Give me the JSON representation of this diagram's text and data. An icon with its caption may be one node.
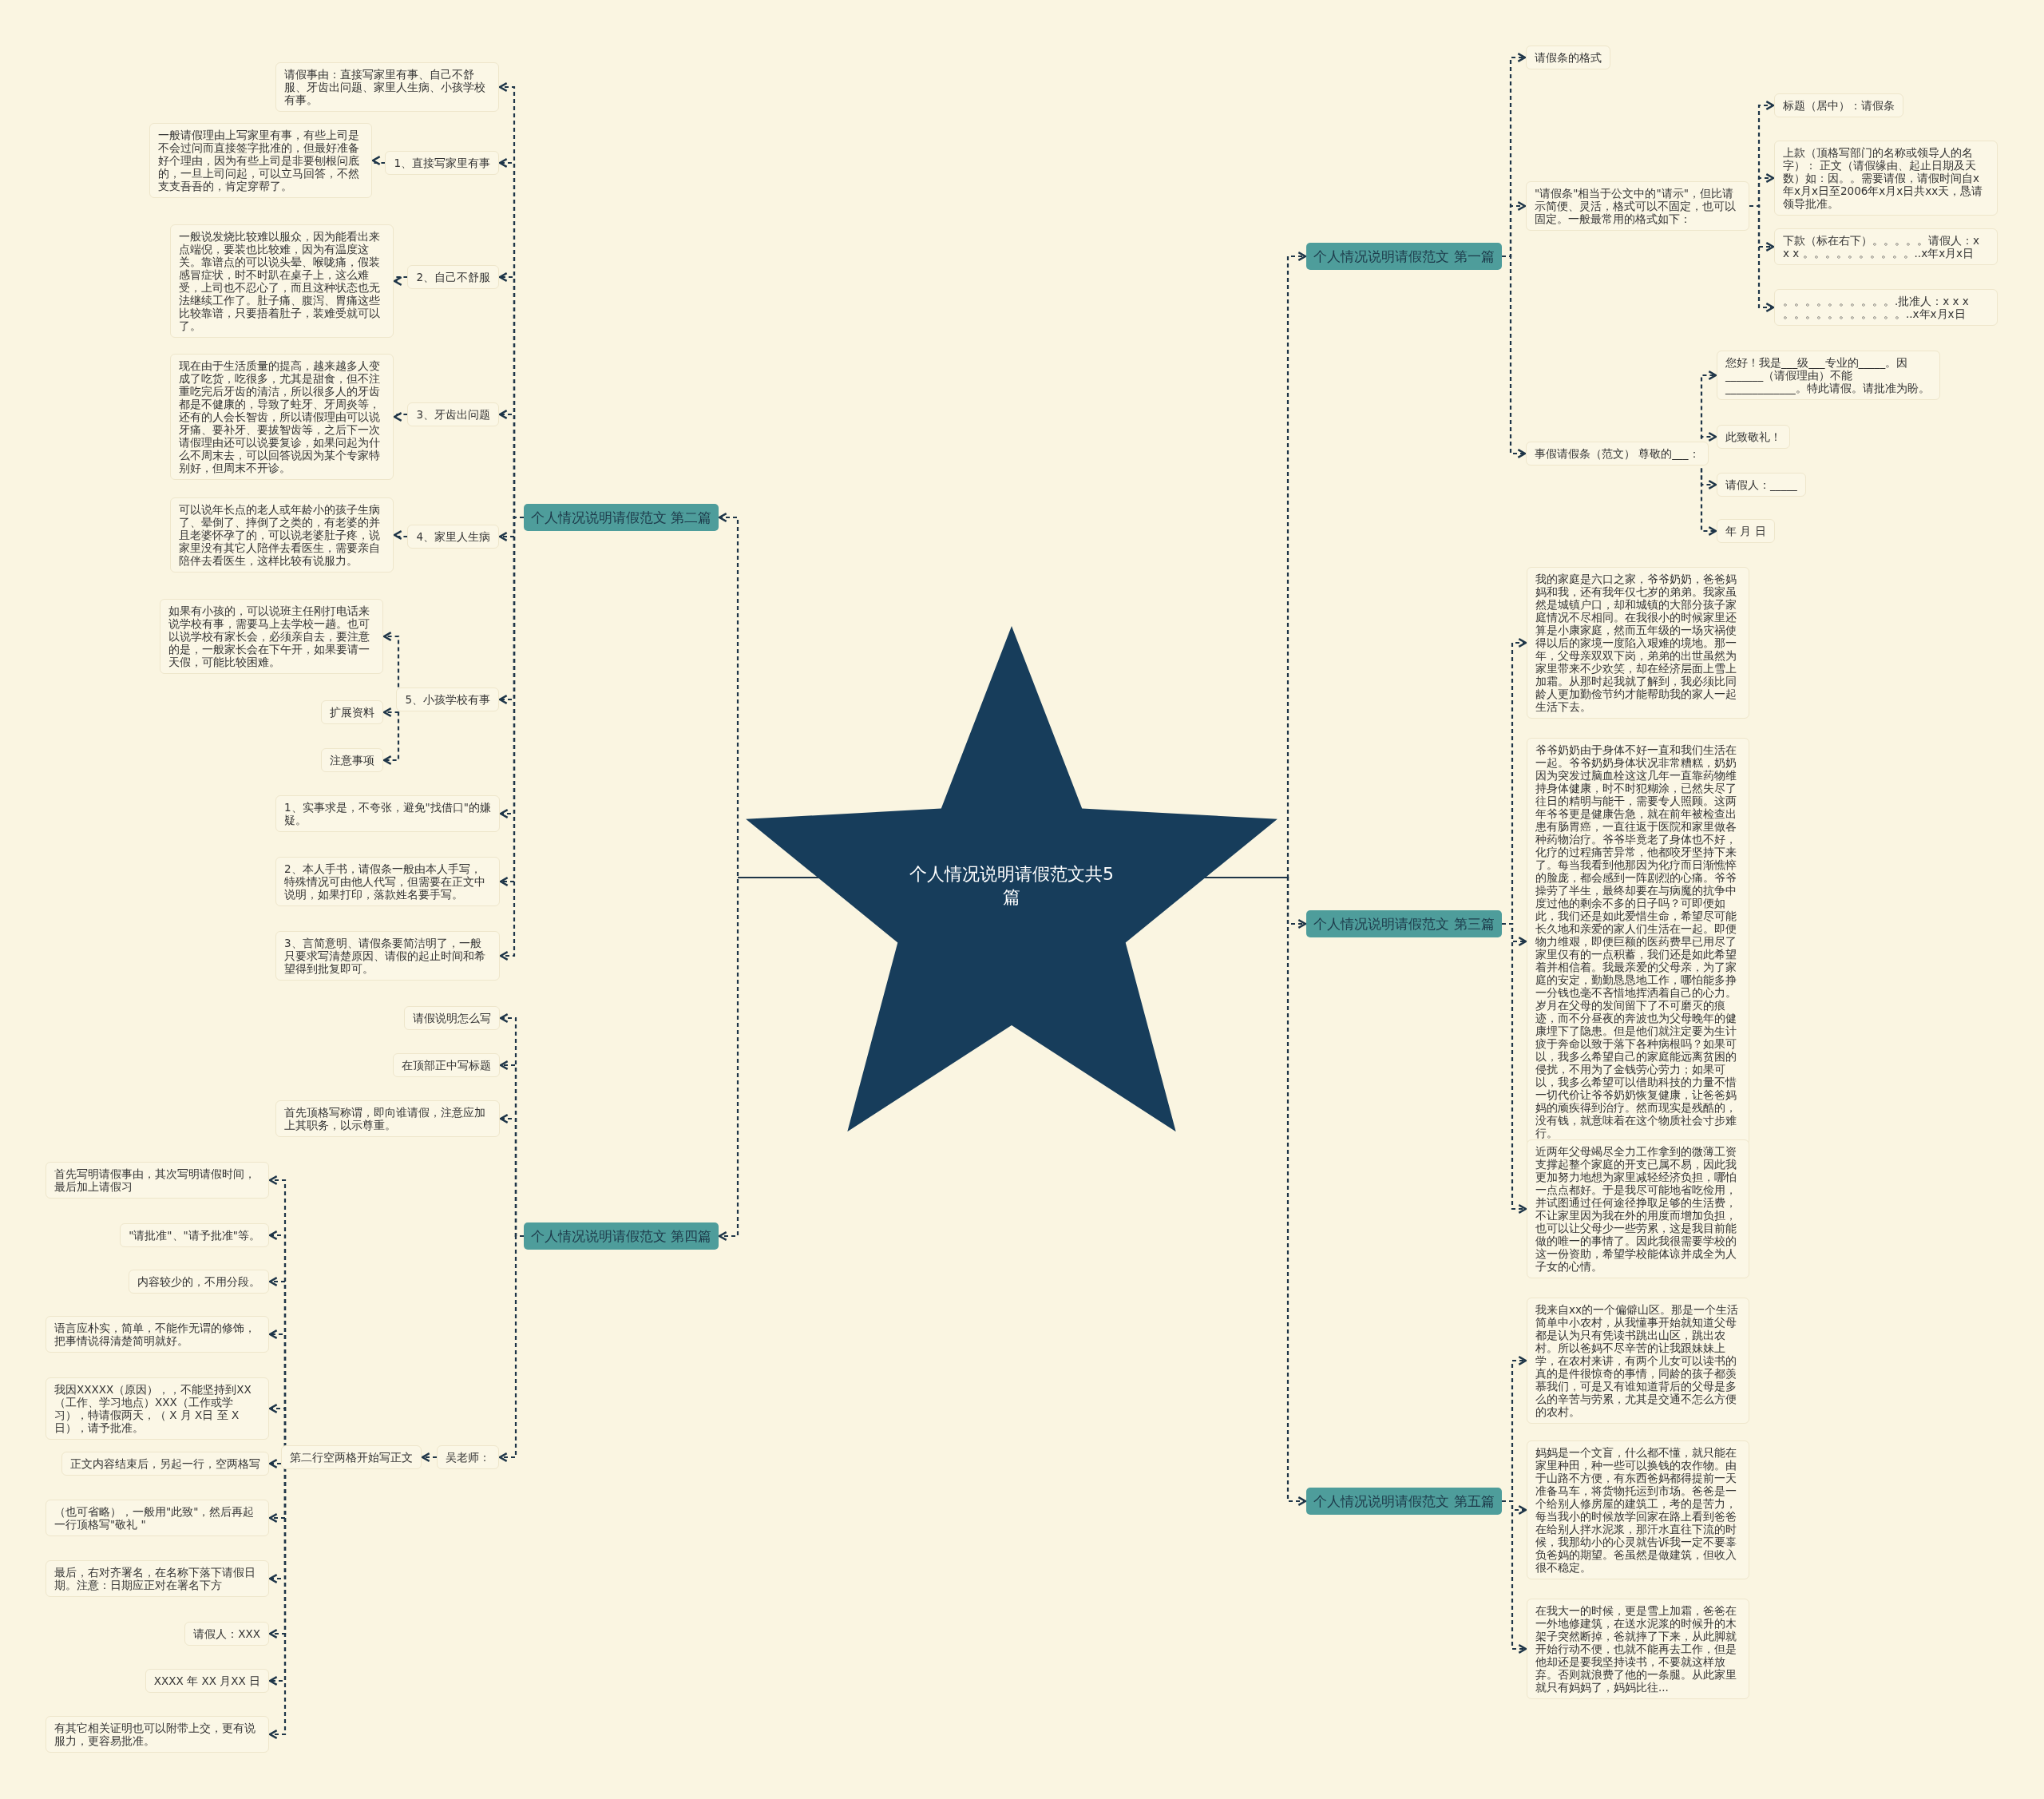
{
  "diagram": {
    "nodes": [
      {
        "text": [
          "个人情况说明请假范文共5篇"
        ]
      },
      {
        "text": [
          "个人情况说明请假范文 第一篇"
        ]
      },
      {
        "text": [
          "请假条的格式"
        ]
      },
      {
        "text": [
          "\"请假条\"相当于公文中的\"请示\"，但比请示简便、灵活，格式可以不固定，也可以固定。一般最常用的格式如下："
        ]
      },
      {
        "text": [
          "标题（居中）：请假条"
        ]
      },
      {
        "text": [
          "上款（顶格写部门的名称或领导人的名字）： 正文（请假缘由、起止日期及天数）如：因。。需要请假，请假时间自x年x月x日至2006年x月x日共xx天，恳请领导批准。"
        ]
      },
      {
        "text": [
          "下款（标在右下）。。。。。请假人：x x x 。。。。。。。。。。..x年x月x日"
        ]
      },
      {
        "text": [
          "。。。。。。。。。。.批准人：x x x 。。。。。。。。。。。..x年x月x日"
        ]
      },
      {
        "text": [
          "事假请假条（范文） 尊敬的___："
        ]
      },
      {
        "text": [
          "您好！我是___级___专业的_____。因_______（请假理由）不能_____________。特此请假。请批准为盼。"
        ]
      },
      {
        "text": [
          "此致敬礼！"
        ]
      },
      {
        "text": [
          "请假人：_____"
        ]
      },
      {
        "text": [
          "年 月 日"
        ]
      },
      {
        "text": [
          "个人情况说明请假范文 第三篇"
        ]
      },
      {
        "text": [
          "我的家庭是六口之家，爷爷奶奶，爸爸妈妈和我，还有我年仅七岁的弟弟。我家虽然是城镇户口，却和城镇的大部分孩子家庭情况不尽相同。在我很小的时候家里还算是小康家庭，然而五年级的一场灾祸使得以后的家境一度陷入艰难的境地。那一年，父母亲双双下岗，弟弟的出世虽然为家里带来不少欢笑，却在经济层面上雪上加霜。从那时起我就了解到，我必须比同龄人更加勤俭节约才能帮助我的家人一起生活下去。"
        ]
      },
      {
        "text": [
          "爷爷奶奶由于身体不好一直和我们生活在一起。爷爷奶奶身体状况非常糟糕，奶奶因为突发过脑血栓这这几年一直靠药物维持身体健康，时不时犯糊涂，已然失尽了往日的精明与能干，需要专人照顾。这两年爷爷更是健康告急，就在前年被检查出患有肠胃癌，一直往返于医院和家里做各种药物治疗。爷爷毕竟老了身体也不好，化疗的过程痛苦异常，他都咬牙坚持下来了。每当我看到他那因为化疗而日渐憔悴的脸庞，都会感到一阵剧烈的心痛。爷爷操劳了半生，最终却要在与病魔的抗争中度过他的剩余不多的日子吗？可即便如此，我们还是如此爱惜生命，希望尽可能长久地和亲爱的家人们生活在一起。即便物力维艰，即便巨额的医药费早已用尽了家里仅有的一点积蓄，我们还是如此希望着并相信着。我最亲爱的父母亲，为了家庭的安定，勤勤恳恳地工作，哪怕能多挣一分钱也毫不吝惜地挥洒着自己的心力。岁月在父母的发间留下了不可磨灭的痕迹，而不分昼夜的奔波也为父母晚年的健康埋下了隐患。但是他们就注定要为生计疲于奔命以致于落下各种病根吗？如果可以，我多么希望自己的家庭能远离贫困的侵扰，不用为了金钱劳心劳力；如果可以，我多么希望可以借助科技的力量不惜一切代价让爷爷奶奶恢复健康，让爸爸妈妈的顽疾得到治疗。然而现实是残酷的，没有钱，就意味着在这个物质社会寸步难行。"
        ]
      },
      {
        "text": [
          "近两年父母竭尽全力工作拿到的微薄工资支撑起整个家庭的开支已属不易，因此我更加努力地想为家里减轻经济负担，哪怕一点点都好。于是我尽可能地省吃俭用，并试图通过任何途径挣取足够的生活费，不让家里因为我在外的用度而增加负担，也可以让父母少一些劳累，这是我目前能做的唯一的事情了。因此我很需要学校的这一份资助，希望学校能体谅并成全为人子女的心情。"
        ]
      },
      {
        "text": [
          "个人情况说明请假范文 第五篇"
        ]
      },
      {
        "text": [
          "我来自xx的一个偏僻山区。那是一个生活简单中小农村，从我懂事开始就知道父母都是认为只有凭读书跳出山区，跳出农村。所以爸妈不尽辛苦的让我跟妹妹上学，在农村来讲，有两个儿女可以读书的真的是件很惊奇的事情，同龄的孩子都羡慕我们，可是又有谁知道背后的父母是多么的辛苦与劳累，尤其是交通不怎么方便的农村。"
        ]
      },
      {
        "text": [
          "妈妈是一个文盲，什么都不懂，就只能在家里种田，种一些可以换钱的农作物。由于山路不方便，有东西爸妈都得提前一天准备马车，将货物托运到市场。爸爸是一个给别人修房屋的建筑工，考的是苦力，每当我小的时候放学回家在路上看到爸爸在给别人拌水泥浆，那汗水直往下流的时候，我那幼小的心灵就告诉我一定不要辜负爸妈的期望。爸虽然是做建筑，但收入很不稳定。"
        ]
      },
      {
        "text": [
          "在我大一的时候，更是雪上加霜，爸爸在一外地修建筑，在送水泥浆的时候升的木架子突然断掉，爸就摔了下来，从此脚就开始行动不便，也就不能再去工作，但是他却还是要我坚持读书，不要就这样放弃。否则就浪费了他的一条腿。从此家里就只有妈妈了，妈妈比往..."
        ]
      },
      {
        "text": [
          "个人情况说明请假范文 第二篇"
        ]
      },
      {
        "text": [
          "请假事由：直接写家里有事、自己不舒服、牙齿出问题、家里人生病、小孩学校有事。"
        ]
      },
      {
        "text": [
          "1、直接写家里有事"
        ]
      },
      {
        "text": [
          "一般请假理由上写家里有事，有些上司是不会过问而直接签字批准的，但最好准备好个理由，因为有些上司是非要刨根问底的，一旦上司问起，可以立马回答，不然支支吾吾的，肯定穿帮了。"
        ]
      },
      {
        "text": [
          "2、自己不舒服"
        ]
      },
      {
        "text": [
          "一般说发烧比较难以服众，因为能看出来点端倪，要装也比较难，因为有温度这关。靠谱点的可以说头晕、喉咙痛，假装感冒症状，时不时趴在桌子上，这么难受，上司也不忍心了，而且这种状态也无法继续工作了。肚子痛、腹泻、胃痛这些比较靠谱，只要捂着肚子，装难受就可以了。"
        ]
      },
      {
        "text": [
          "3、牙齿出问题"
        ]
      },
      {
        "text": [
          "现在由于生活质量的提高，越来越多人变成了吃货，吃很多，尤其是甜食，但不注重吃完后牙齿的清洁，所以很多人的牙齿都是不健康的，导致了蛀牙、牙周炎等，还有的人会长智齿，所以请假理由可以说牙痛、要补牙、要拔智齿等，之后下一次请假理由还可以说要复诊，如果问起为什么不周末去，可以回答说因为某个专家特别好，但周末不开诊。"
        ]
      },
      {
        "text": [
          "4、家里人生病"
        ]
      },
      {
        "text": [
          "可以说年长点的老人或年龄小的孩子生病了、晕倒了、摔倒了之类的，有老婆的并且老婆怀孕了的，可以说老婆肚子疼，说家里没有其它人陪伴去看医生，需要亲自陪伴去看医生，这样比较有说服力。"
        ]
      },
      {
        "text": [
          "5、小孩学校有事"
        ]
      },
      {
        "text": [
          "如果有小孩的，可以说班主任刚打电话来说学校有事，需要马上去学校一趟。也可以说学校有家长会，必须亲自去，要注意的是，一般家长会在下午开，如果要请一天假，可能比较困难。"
        ]
      },
      {
        "text": [
          "扩展资料"
        ]
      },
      {
        "text": [
          "注意事项"
        ]
      },
      {
        "text": [
          "1、实事求是，不夸张，避免\"找借口\"的嫌疑。"
        ]
      },
      {
        "text": [
          "2、本人手书，请假条一般由本人手写，特殊情况可由他人代写，但需要在正文中说明，如果打印，落款姓名要手写。"
        ]
      },
      {
        "text": [
          "3、言简意明、请假条要简洁明了，一般只要求写清楚原因、请假的起止时间和希望得到批复即可。"
        ]
      },
      {
        "text": [
          "个人情况说明请假范文 第四篇"
        ]
      },
      {
        "text": [
          "请假说明怎么写"
        ]
      },
      {
        "text": [
          "在顶部正中写标题"
        ]
      },
      {
        "text": [
          "首先顶格写称谓，即向谁请假，注意应加上其职务，以示尊重。"
        ]
      },
      {
        "text": [
          "吴老师："
        ]
      },
      {
        "text": [
          "第二行空两格开始写正文"
        ]
      },
      {
        "text": [
          "首先写明请假事由，其次写明请假时间，最后加上请假习"
        ]
      },
      {
        "text": [
          "\"请批准\"、\"请予批准\"等。"
        ]
      },
      {
        "text": [
          "内容较少的，不用分段。"
        ]
      },
      {
        "text": [
          "语言应朴实，简单，不能作无谓的修饰，把事情说得清楚简明就好。"
        ]
      },
      {
        "text": [
          "我因XXXXX（原因），，不能坚持到XX（工作、学习地点）XXX（工作或学习），特请假两天，（ X 月 X日 至 X 日），请予批准。"
        ]
      },
      {
        "text": [
          "正文内容结束后，另起一行，空两格写"
        ]
      },
      {
        "text": [
          "（也可省略），一般用\"此致\"，然后再起一行顶格写\"敬礼 \""
        ]
      },
      {
        "text": [
          "最后，右对齐署名，在名称下落下请假日期。注意：日期应正对在署名下方"
        ]
      },
      {
        "text": [
          "请假人：XXX"
        ]
      },
      {
        "text": [
          "XXXX 年 XX 月XX 日"
        ]
      },
      {
        "text": [
          "有其它相关证明也可以附带上交，更有说服力，更容易批准。"
        ]
      }
    ],
    "edges": [
      {
        "from": 0,
        "to": 21,
        "arrow": "to",
        "style": "dashed"
      },
      {
        "from": 0,
        "to": 38,
        "arrow": "to",
        "style": "dashed"
      },
      {
        "from": 0,
        "to": 1,
        "arrow": "to",
        "style": "dashed"
      },
      {
        "from": 0,
        "to": 13,
        "arrow": "to",
        "style": "dashed"
      },
      {
        "from": 0,
        "to": 17,
        "arrow": "to",
        "style": "dashed"
      },
      {
        "from": 21,
        "to": 22,
        "arrow": "to",
        "style": "dashed"
      },
      {
        "from": 21,
        "to": 23,
        "arrow": "to",
        "style": "dashed"
      },
      {
        "from": 23,
        "to": 24,
        "arrow": "to",
        "style": "dashed"
      },
      {
        "from": 21,
        "to": 25,
        "arrow": "to",
        "style": "dashed"
      },
      {
        "from": 25,
        "to": 26,
        "arrow": "to",
        "style": "dashed"
      },
      {
        "from": 21,
        "to": 27,
        "arrow": "to",
        "style": "dashed"
      },
      {
        "from": 27,
        "to": 28,
        "arrow": "to",
        "style": "dashed"
      },
      {
        "from": 21,
        "to": 29,
        "arrow": "to",
        "style": "dashed"
      },
      {
        "from": 29,
        "to": 30,
        "arrow": "to",
        "style": "dashed"
      },
      {
        "from": 21,
        "to": 31,
        "arrow": "to",
        "style": "dashed"
      },
      {
        "from": 31,
        "to": 32,
        "arrow": "to",
        "style": "dashed"
      },
      {
        "from": 31,
        "to": 33,
        "arrow": "to",
        "style": "dashed"
      },
      {
        "from": 31,
        "to": 34,
        "arrow": "to",
        "style": "dashed"
      },
      {
        "from": 21,
        "to": 35,
        "arrow": "to",
        "style": "dashed"
      },
      {
        "from": 21,
        "to": 36,
        "arrow": "to",
        "style": "dashed"
      },
      {
        "from": 21,
        "to": 37,
        "arrow": "to",
        "style": "dashed"
      },
      {
        "from": 38,
        "to": 39,
        "arrow": "to",
        "style": "dashed"
      },
      {
        "from": 38,
        "to": 40,
        "arrow": "to",
        "style": "dashed"
      },
      {
        "from": 38,
        "to": 41,
        "arrow": "to",
        "style": "dashed"
      },
      {
        "from": 38,
        "to": 42,
        "arrow": "to",
        "style": "dashed"
      },
      {
        "from": 42,
        "to": 43,
        "arrow": "to",
        "style": "dashed"
      },
      {
        "from": 43,
        "to": 44,
        "arrow": "to",
        "style": "dashed"
      },
      {
        "from": 43,
        "to": 45,
        "arrow": "to",
        "style": "dashed"
      },
      {
        "from": 43,
        "to": 46,
        "arrow": "to",
        "style": "dashed"
      },
      {
        "from": 43,
        "to": 47,
        "arrow": "to",
        "style": "dashed"
      },
      {
        "from": 43,
        "to": 48,
        "arrow": "to",
        "style": "dashed"
      },
      {
        "from": 43,
        "to": 49,
        "arrow": "to",
        "style": "dashed"
      },
      {
        "from": 43,
        "to": 50,
        "arrow": "to",
        "style": "dashed"
      },
      {
        "from": 43,
        "to": 51,
        "arrow": "to",
        "style": "dashed"
      },
      {
        "from": 43,
        "to": 52,
        "arrow": "to",
        "style": "dashed"
      },
      {
        "from": 43,
        "to": 53,
        "arrow": "to",
        "style": "dashed"
      },
      {
        "from": 43,
        "to": 54,
        "arrow": "to",
        "style": "dashed"
      },
      {
        "from": 1,
        "to": 2,
        "arrow": "to",
        "style": "dashed"
      },
      {
        "from": 1,
        "to": 3,
        "arrow": "to",
        "style": "dashed"
      },
      {
        "from": 3,
        "to": 4,
        "arrow": "to",
        "style": "dashed"
      },
      {
        "from": 3,
        "to": 5,
        "arrow": "to",
        "style": "dashed"
      },
      {
        "from": 3,
        "to": 6,
        "arrow": "to",
        "style": "dashed"
      },
      {
        "from": 3,
        "to": 7,
        "arrow": "to",
        "style": "dashed"
      },
      {
        "from": 1,
        "to": 8,
        "arrow": "to",
        "style": "dashed"
      },
      {
        "from": 8,
        "to": 9,
        "arrow": "to",
        "style": "dashed"
      },
      {
        "from": 8,
        "to": 10,
        "arrow": "to",
        "style": "dashed"
      },
      {
        "from": 8,
        "to": 11,
        "arrow": "to",
        "style": "dashed"
      },
      {
        "from": 8,
        "to": 12,
        "arrow": "to",
        "style": "dashed"
      },
      {
        "from": 13,
        "to": 14,
        "arrow": "to",
        "style": "dashed"
      },
      {
        "from": 13,
        "to": 15,
        "arrow": "to",
        "style": "dashed"
      },
      {
        "from": 13,
        "to": 16,
        "arrow": "to",
        "style": "dashed"
      },
      {
        "from": 17,
        "to": 18,
        "arrow": "to",
        "style": "dashed"
      },
      {
        "from": 17,
        "to": 19,
        "arrow": "to",
        "style": "dashed"
      },
      {
        "from": 17,
        "to": 20,
        "arrow": "to",
        "style": "dashed"
      }
    ]
  }
}
